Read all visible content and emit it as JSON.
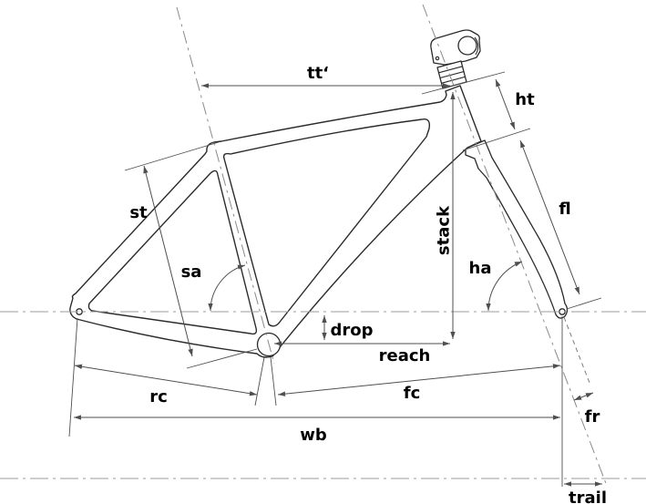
{
  "diagram": {
    "kind": "bicycle frame geometry line drawing",
    "labels": {
      "tt_prime": "tt‘",
      "ht": "ht",
      "st": "st",
      "sa": "sa",
      "stack": "stack",
      "ha": "ha",
      "fl": "fl",
      "drop": "drop",
      "reach": "reach",
      "rc": "rc",
      "fc": "fc",
      "wb": "wb",
      "fr": "fr",
      "trail": "trail"
    },
    "colors": {
      "background": "#ffffff",
      "frame_ink": "#2b2b2b",
      "dimension_ink": "#4f4f4f",
      "centerline_ink": "#9b9b9b",
      "label_ink": "#000000"
    }
  }
}
